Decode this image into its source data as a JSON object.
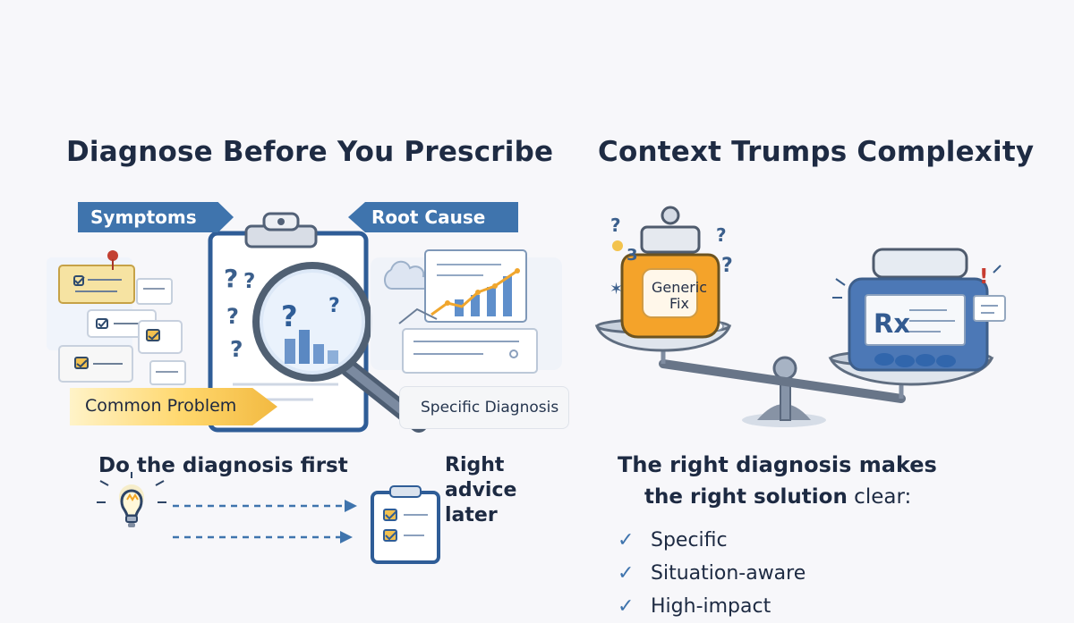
{
  "titles": {
    "left": "Diagnose Before You Prescribe",
    "right": "Context Trumps Complexity"
  },
  "tags": {
    "symptoms": "Symptoms",
    "root_cause": "Root Cause",
    "common_problem": "Common Problem",
    "specific_diagnosis": "Specific Diagnosis"
  },
  "left_bottom": {
    "heading": "Do the diagnosis first",
    "right_advice": "Right advice later"
  },
  "right_bottom": {
    "headline": "The right diagnosis makes",
    "sub_bold": "the right solution",
    "sub_rest": " clear:",
    "items": [
      "Specific",
      "Situation-aware",
      "High-impact"
    ]
  },
  "pill_labels": {
    "generic_fix": "Generic Fix",
    "rx": "Rx"
  },
  "colors": {
    "accent_blue": "#3f74ad",
    "accent_orange": "#f4a32a",
    "text_dark": "#1d2a42"
  }
}
